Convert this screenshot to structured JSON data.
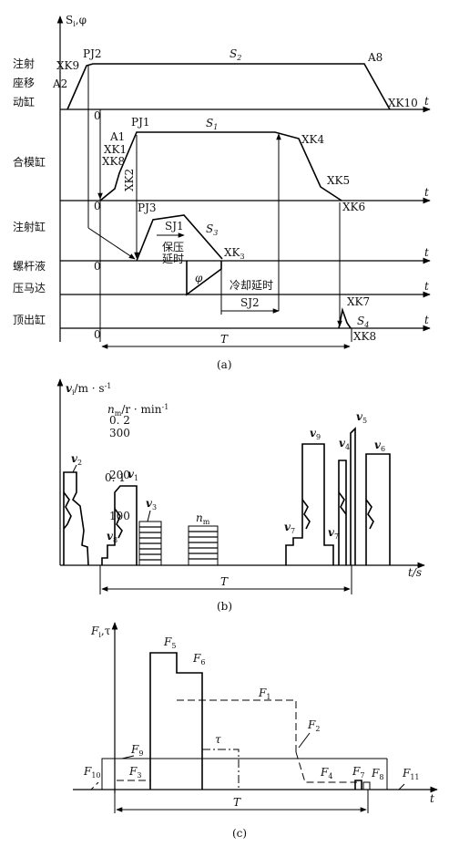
{
  "panel_a": {
    "y_axis_label": "S",
    "y_axis_sub": "i",
    "y_axis_phi": ",φ",
    "t": "t",
    "zero": "0",
    "row_names": [
      "注射",
      "座移",
      "动缸",
      "合模缸",
      "注射缸",
      "螺杆液",
      "压马达",
      "顶出缸"
    ],
    "switches": {
      "xk9": "XK9",
      "pj2": "PJ2",
      "a2": "A2",
      "s2": "S",
      "s2_sub": "2",
      "a8": "A8",
      "xk10": "XK10",
      "a1": "A1",
      "pj1": "PJ1",
      "xk1": "XK1",
      "xk8": "XK8",
      "xk2": "XK2",
      "s1": "S",
      "s1_sub": "1",
      "xk4": "XK4",
      "xk5": "XK5",
      "xk6": "XK6",
      "pj3": "PJ3",
      "sj1": "SJ1",
      "s3": "S",
      "s3_sub": "3",
      "hold": "保压",
      "delay": "延时",
      "xk3": "XK",
      "xk3_sub": "3",
      "phi": "φ",
      "cool": "冷却延时",
      "sj2": "SJ2",
      "xk7": "XK7",
      "s4": "S",
      "s4_sub": "4",
      "xk8b": "XK8"
    },
    "period": "T",
    "caption": "(a)"
  },
  "panel_b": {
    "vi": "v",
    "vi_sub": "i",
    "vi_unit": "/m · s",
    "nm": "n",
    "nm_sub": "m",
    "nm_unit": "/r · min",
    "ticks_speed": [
      "0. 2",
      "0. 1"
    ],
    "ticks_rpm": [
      "300",
      "200",
      "100"
    ],
    "labels": {
      "v2": "v",
      "v2s": "2",
      "v1": "v",
      "v1s": "1",
      "v8": "v",
      "v8s": "8",
      "v3": "v",
      "v3s": "3",
      "nm": "n",
      "nms": "m",
      "v9": "v",
      "v9s": "9",
      "v7a": "v",
      "v7as": "7",
      "v7b": "v",
      "v7bs": "7",
      "v4": "v",
      "v4s": "4",
      "v5": "v",
      "v5s": "5",
      "v6": "v",
      "v6s": "6"
    },
    "t_axis": "t/s",
    "period": "T",
    "caption": "(b)"
  },
  "panel_c": {
    "y_label": "F",
    "y_sub": "i",
    "y_tau": ",τ",
    "labels": {
      "f5": "F",
      "f5s": "5",
      "f6": "F",
      "f6s": "6",
      "f1": "F",
      "f1s": "1",
      "f2": "F",
      "f2s": "2",
      "f9": "F",
      "f9s": "9",
      "tau": "τ",
      "f10": "F",
      "f10s": "10",
      "f3": "F",
      "f3s": "3",
      "f4": "F",
      "f4s": "4",
      "f7": "F",
      "f7s": "7",
      "f8": "F",
      "f8s": "8",
      "f11": "F",
      "f11s": "11"
    },
    "t": "t",
    "period": "T",
    "caption": "(c)"
  }
}
